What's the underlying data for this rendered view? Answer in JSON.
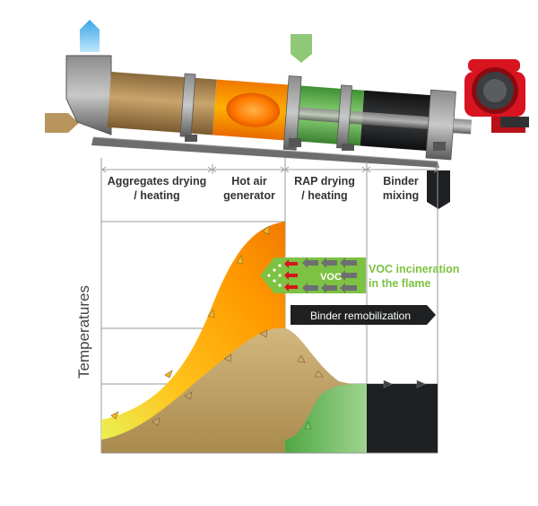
{
  "zones": [
    {
      "line1": "Aggregates drying",
      "line2": "/ heating"
    },
    {
      "line1": "Hot air",
      "line2": "generator"
    },
    {
      "line1": "RAP drying",
      "line2": "/ heating"
    },
    {
      "line1": "Binder",
      "line2": "mixing"
    }
  ],
  "y_axis_label": "Temperatures",
  "voc_box_label": "VOC",
  "voc_note": {
    "line1": "VOC incineration",
    "line2": "in the flame"
  },
  "binder_arrow_label": "Binder remobilization",
  "colors": {
    "drum_sand": "#b8955e",
    "flame": "#ff9800",
    "rap_green": "#63b554",
    "binder_black": "#1e2022",
    "burner_red": "#d7141f",
    "voc_green": "#7dc242",
    "steel": "#6d6d6d"
  },
  "icons": [
    "hot-air-exhaust-arrow",
    "rap-input-arrow",
    "aggregate-input-arrow",
    "burner-fan-icon",
    "binder-output-arrow"
  ]
}
